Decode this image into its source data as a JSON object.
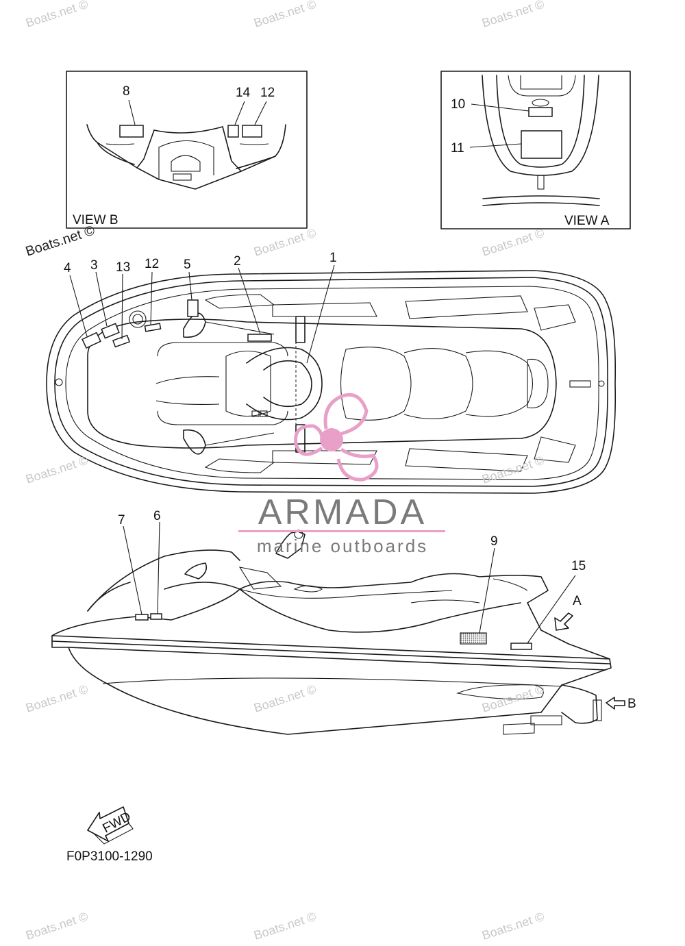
{
  "watermark": {
    "text": "Boats.net ©",
    "color": "#c8c8c8"
  },
  "brand": {
    "name": "ARMADA",
    "tagline": "marine outboards",
    "accent": "#e8a0c8",
    "text_color": "#7a7a7a"
  },
  "view_b": {
    "caption": "VIEW B",
    "callouts": [
      "8",
      "14",
      "12"
    ]
  },
  "view_a": {
    "caption": "VIEW A",
    "callouts": [
      "10",
      "11"
    ]
  },
  "top_view": {
    "callouts": [
      "4",
      "3",
      "13",
      "12",
      "5",
      "2",
      "1"
    ]
  },
  "side_view": {
    "callouts": [
      "7",
      "6",
      "9",
      "15"
    ],
    "arrow_a": "A",
    "arrow_b": "B"
  },
  "fwd_label": "FWD",
  "part_code": "F0P3100-1290"
}
